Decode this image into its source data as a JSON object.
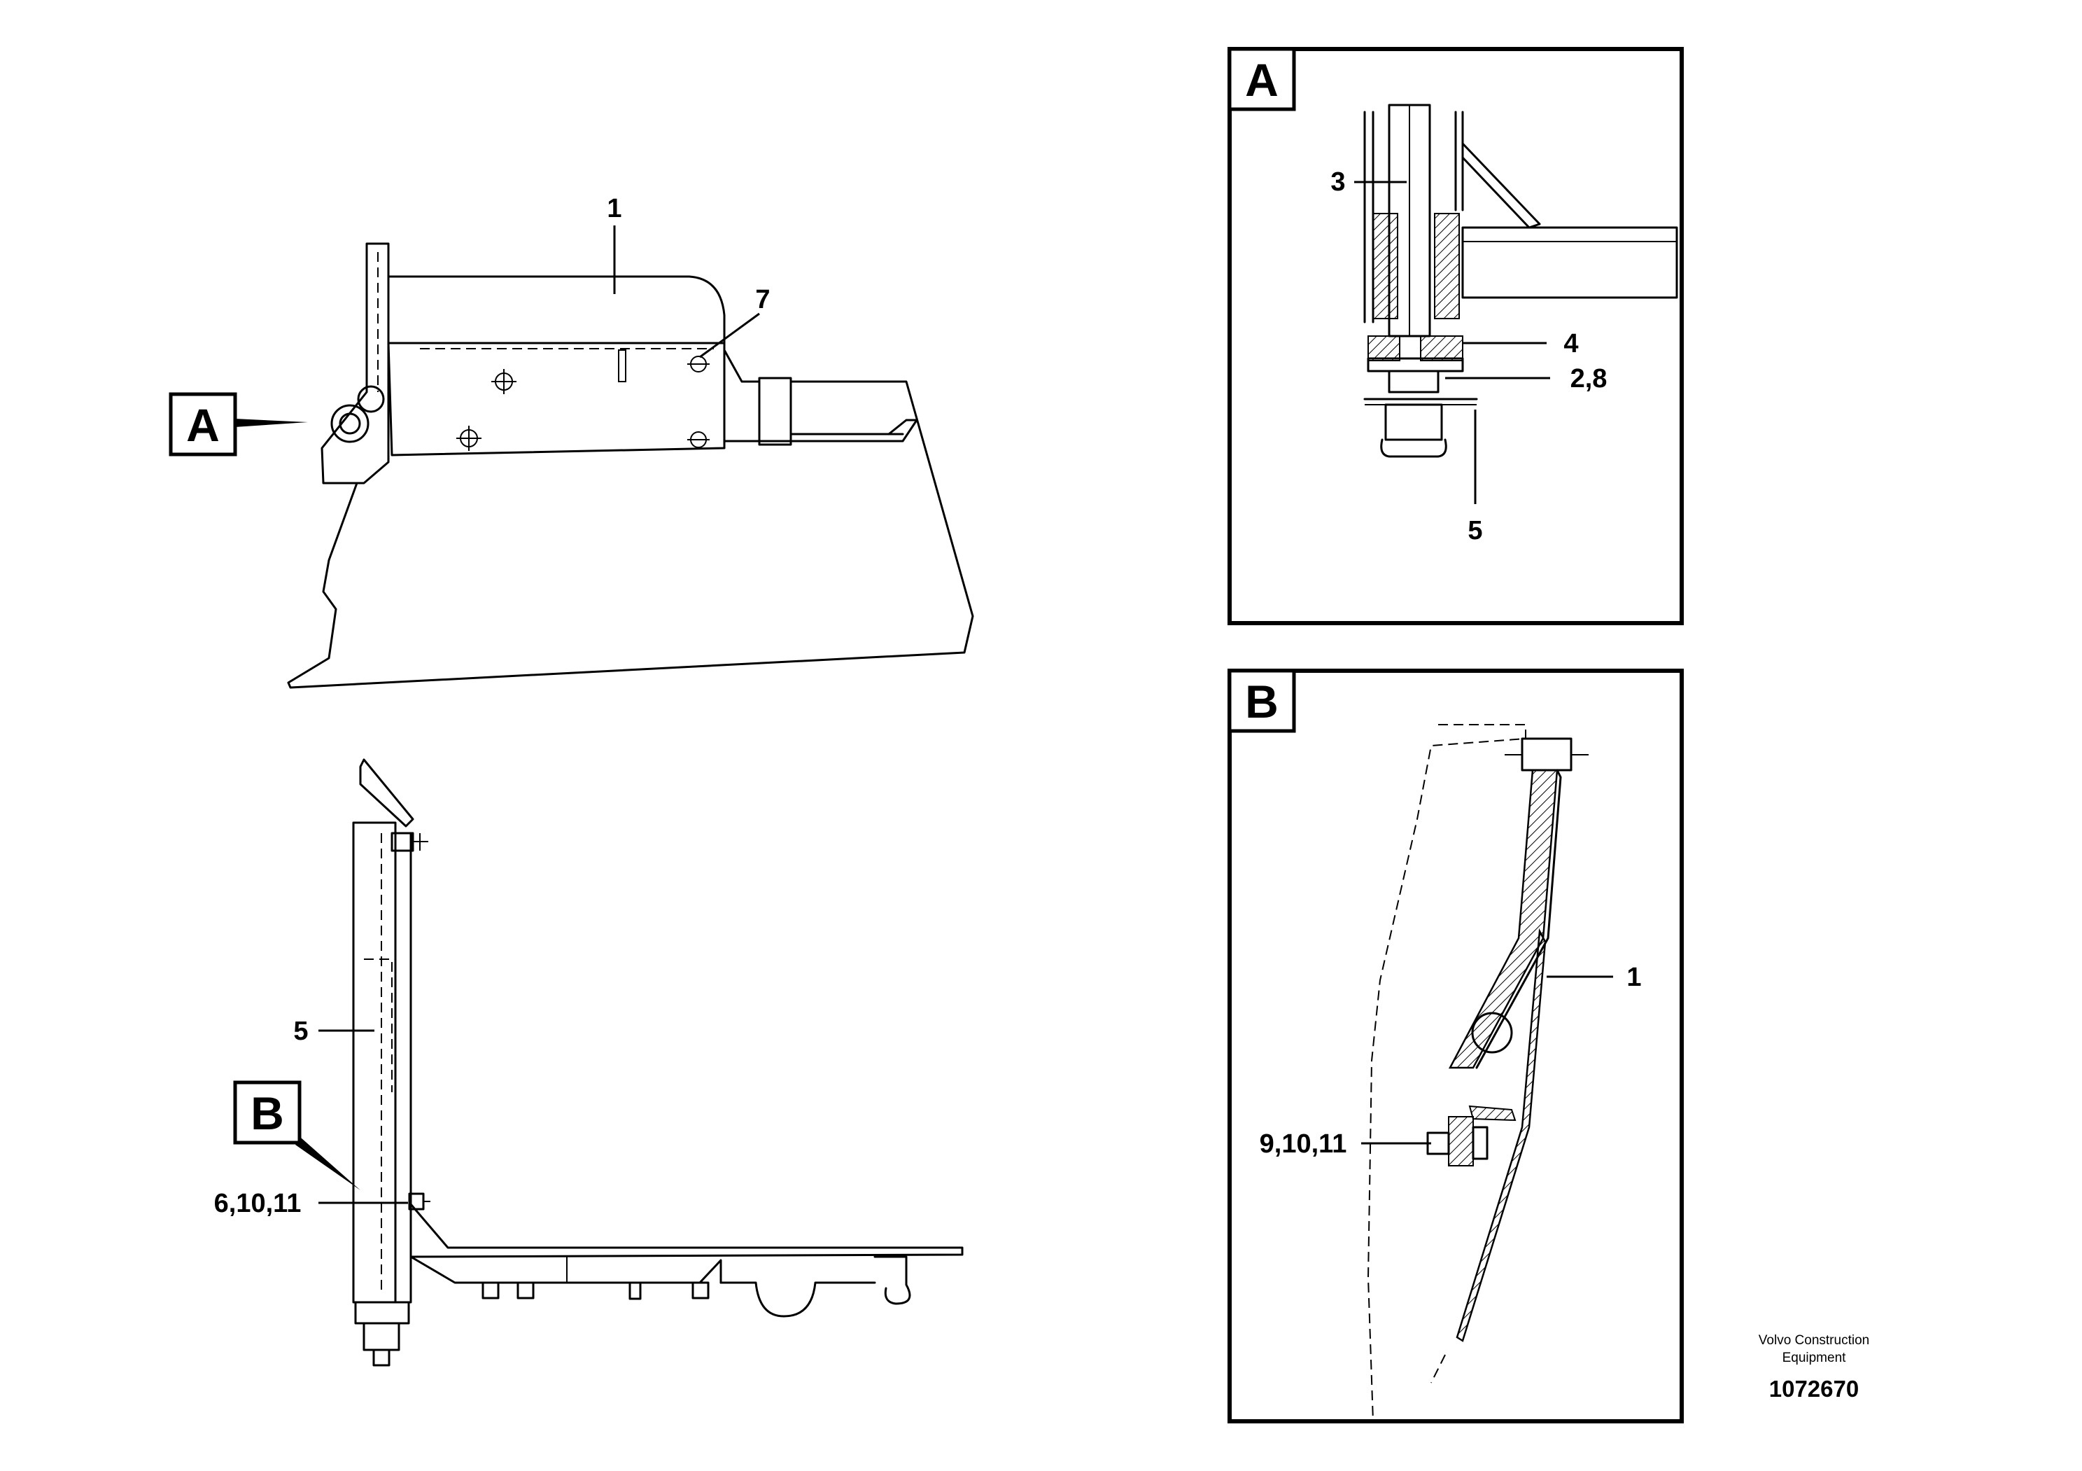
{
  "callouts": {
    "main_top_1": "1",
    "main_top_7": "7",
    "main_bottom_5": "5",
    "main_bottom_6_10_11": "6,10,11",
    "detail_a_3": "3",
    "detail_a_4": "4",
    "detail_a_2_8": "2,8",
    "detail_a_5": "5",
    "detail_b_1": "1",
    "detail_b_9_10_11": "9,10,11"
  },
  "view_labels": {
    "a_pointer": "A",
    "b_pointer": "B",
    "a_frame": "A",
    "b_frame": "B"
  },
  "footer": {
    "brand_line1": "Volvo Construction",
    "brand_line2": "Equipment",
    "document_number": "1072670"
  }
}
